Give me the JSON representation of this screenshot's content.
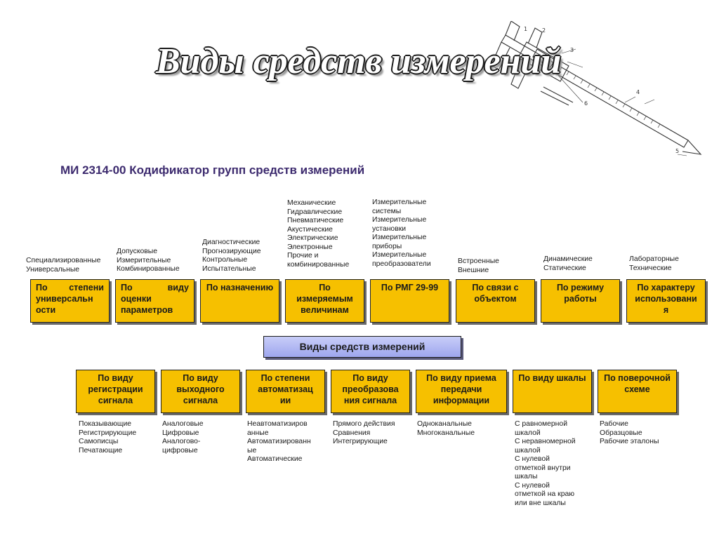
{
  "title": "Виды средств измерений",
  "subtitle": "МИ 2314-00 Кодификатор групп средств измерений",
  "central_label": "Виды средств измерений",
  "caliper_scale_numbers": [
    "1",
    "2",
    "3",
    "4",
    "5",
    "6"
  ],
  "top_boxes": [
    {
      "label": "По степени универсальн ости",
      "notes": "Специализированные\nУниверсальные"
    },
    {
      "label": "По виду оценки параметров",
      "notes": "Допусковые\nИзмерительные\nКомбинированные"
    },
    {
      "label": "По назначению",
      "notes": "Диагностические\nПрогнозирующие\nКонтрольные\nИспытательные"
    },
    {
      "label": "По измеряемым величинам",
      "notes": "Механические\nГидравлические\nПневматические\nАкустические\nЭлектрические\nЭлектронные\nПрочие и\nкомбинированные"
    },
    {
      "label": "По РМГ 29-99",
      "notes": "Измерительные\nсистемы\nИзмерительные\nустановки\nИзмерительные\nприборы\nИзмерительные\nпреобразователи"
    },
    {
      "label": "По связи с объектом",
      "notes": "Встроенные\nВнешние"
    },
    {
      "label": "По режиму работы",
      "notes": "Динамические\nСтатические"
    },
    {
      "label": "По характеру использовани я",
      "notes": "Лабораторные\nТехнические"
    }
  ],
  "bottom_boxes": [
    {
      "label": "По виду регистрации сигнала",
      "notes": "Показывающие\nРегистрирующие\nСамописцы\nПечатающие"
    },
    {
      "label": "По виду выходного сигнала",
      "notes": "Аналоговые\nЦифровые\nАналогово-\nцифровые"
    },
    {
      "label": "По степени автоматизац ии",
      "notes": "Неавтоматизиров\nанные\nАвтоматизированн\nые\nАвтоматические"
    },
    {
      "label": "По виду преобразова ния сигнала",
      "notes": "Прямого действия\nСравнения\nИнтегрирующие"
    },
    {
      "label": "По виду приема передачи информации",
      "notes": "Одноканальные\nМногоканальные"
    },
    {
      "label": "По виду шкалы",
      "notes": "С равномерной\nшкалой\nС неравномерной\nшкалой\nС нулевой\nотметкой внутри\nшкалы\nС нулевой\nотметкой на краю\nили вне шкалы"
    },
    {
      "label": "По поверочной схеме",
      "notes": "Рабочие\nОбразцовые\nРабочие эталоны"
    }
  ]
}
